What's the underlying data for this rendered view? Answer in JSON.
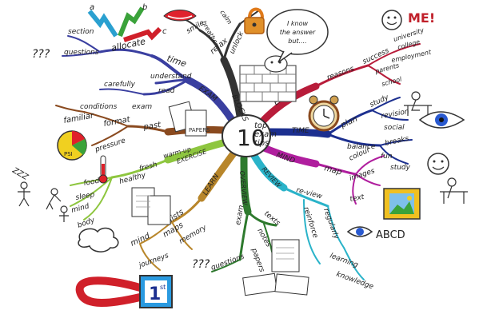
{
  "center": {
    "number": "10",
    "line1": "top",
    "line2": "exam",
    "line3": "tips"
  },
  "speech_bubble": {
    "line1": "I know",
    "line2": "the answer",
    "line3": "but...."
  },
  "self_label": "ME!",
  "abc": {
    "a": "a",
    "b": "b",
    "c": "c"
  },
  "question_marks": {
    "left": "???",
    "bottom": "???"
  },
  "psi_label": "PSI",
  "zzz_label": "ZZZ",
  "first_place": {
    "digit": "1",
    "suffix": "st"
  },
  "vision_letters": "ABCD",
  "branches": {
    "exam": {
      "label": "EXAM",
      "words": [
        "allocate",
        "time",
        "section",
        "questions",
        "understand",
        "carefully",
        "read"
      ],
      "color": "#3a3fa0"
    },
    "blocks": {
      "label": "BLOCKS",
      "words": [
        "relax",
        "smile",
        "breathe",
        "calm",
        "unlock"
      ],
      "color": "#333333"
    },
    "exams": {
      "label": "EXAMS",
      "words": [
        "reasons",
        "success",
        "university",
        "college",
        "employment",
        "parents",
        "school"
      ],
      "color": "#b81c3a"
    },
    "time": {
      "label": "TIME",
      "words": [
        "plan",
        "study",
        "revision",
        "social",
        "balance",
        "breaks",
        "fun",
        "study"
      ],
      "color": "#1c2f8f"
    },
    "mind": {
      "label": "MIND",
      "words": [
        "map",
        "colour",
        "images",
        "text"
      ],
      "color": "#b01e9e"
    },
    "review": {
      "label": "REVIEW",
      "words": [
        "re-view",
        "regularly",
        "reinforce",
        "learning",
        "knowledge"
      ],
      "color": "#2ab3c9"
    },
    "overview": {
      "label": "OVERVIEW",
      "words": [
        "texts",
        "notes",
        "exam",
        "papers",
        "questions"
      ],
      "color": "#2e7a2e"
    },
    "learn": {
      "label": "LEARN",
      "words": [
        "lists",
        "maps",
        "mind",
        "memory",
        "journeys"
      ],
      "color": "#b8862b"
    },
    "exercise": {
      "label": "EXERCISE",
      "words": [
        "fresh",
        "healthy",
        "food",
        "sleep",
        "mind",
        "body",
        "warm-up"
      ],
      "color": "#8ec63f"
    },
    "papers": {
      "label": "PAPERS",
      "words": [
        "past",
        "format",
        "familiar",
        "conditions",
        "exam",
        "pressure"
      ],
      "color": "#8a4a1f"
    }
  }
}
